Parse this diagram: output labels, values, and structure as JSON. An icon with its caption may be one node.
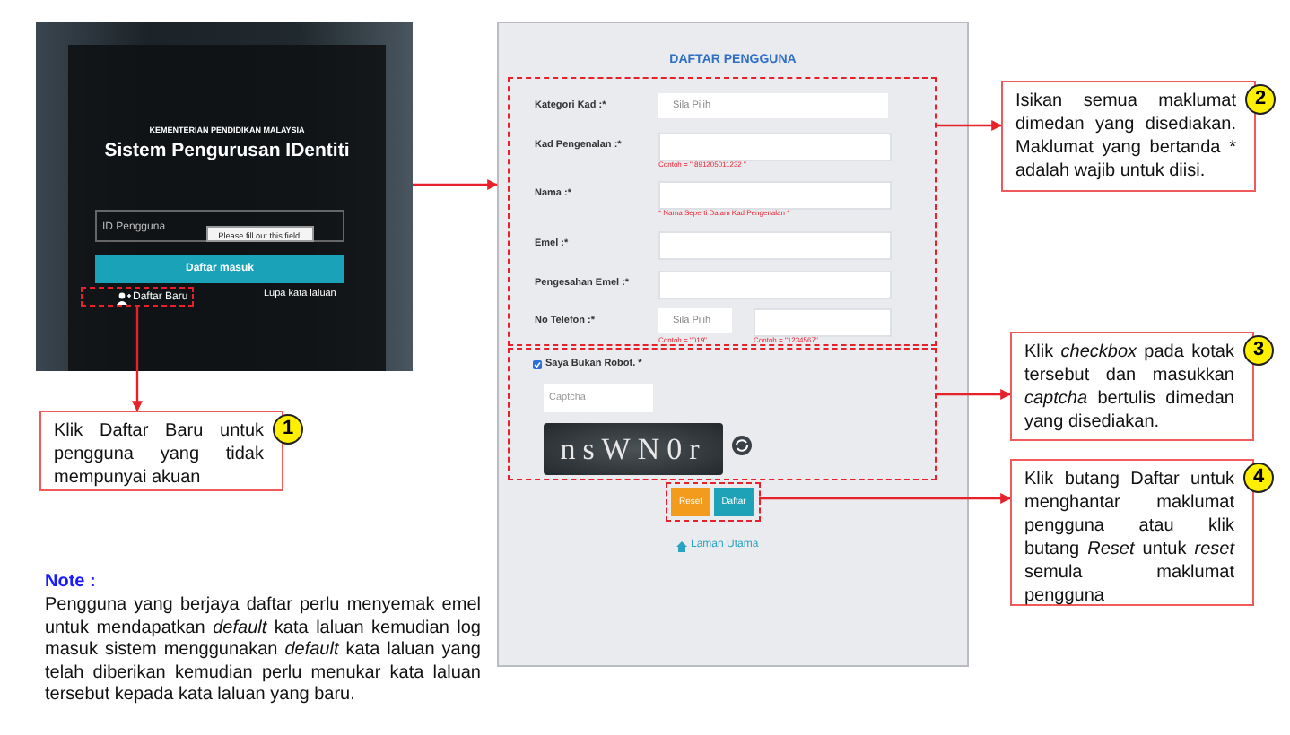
{
  "diagram": {
    "nodes": [
      {
        "text": [],
        "shape": "picture"
      },
      {
        "text": [
          "DAFTAR PENGGUNA"
        ]
      },
      {
        "text": [
          "Daftar Baru"
        ],
        "in": 0
      },
      {
        "text": [],
        "shape": "box",
        "in": 1
      },
      {
        "text": [],
        "shape": "box",
        "in": 1
      },
      {
        "text": [
          "Reset",
          "Daftar"
        ],
        "in": 1
      },
      {
        "text": [
          "Klik Daftar Baru untuk pengguna yang tidak mempunyai akuan"
        ],
        "beside": [
          "1"
        ]
      },
      {
        "text": [
          "Isikan semua maklumat dimedan yang disediakan. Maklumat yang bertanda * adalah wajib untuk diisi."
        ],
        "beside": [
          "2"
        ]
      },
      {
        "text": [
          "Klik *checkbox* pada kotak tersebut dan masukkan *captcha* bertulis dimedan yang disediakan."
        ],
        "beside": [
          "3"
        ]
      },
      {
        "text": [
          "Klik butang Daftar untuk menghantar maklumat pengguna atau klik butang *Reset* untuk *reset* semula maklumat pengguna"
        ],
        "beside": [
          "4"
        ]
      }
    ],
    "edges": [
      {
        "from": 0,
        "to": 1,
        "arrow": "to"
      },
      {
        "from": 2,
        "to": 6,
        "arrow": "to"
      },
      {
        "from": 3,
        "to": 7,
        "arrow": "to"
      },
      {
        "from": 4,
        "to": 8,
        "arrow": "to"
      },
      {
        "from": 5,
        "to": 9,
        "arrow": "to"
      }
    ],
    "labels": [
      "KEMENTERIAN PENDIDIKAN MALAYSIA",
      "Sistem Pengurusan IDentiti",
      "ID Pengguna",
      "Please fill out this field.",
      "Daftar masuk",
      "Lupa kata laluan",
      "Kategori Kad :*",
      "Sila Pilih",
      "Kad Pengenalan :*",
      "Contoh = \" 891205011232 \"",
      "Nama :*",
      "* Nama Seperti Dalam Kad Pengenalan *",
      "Emel :*",
      "Pengesahan Emel :*",
      "No Telefon :*",
      "Sila Pilih",
      "Contoh = \"019\"",
      "Contoh = \"1234567\"",
      "Saya Bukan Robot. *",
      "Captcha",
      "nsWN0r",
      "Laman Utama",
      "Note :",
      "Pengguna yang berjaya daftar perlu menyemak emel untuk mendapatkan *default* kata laluan kemudian log masuk sistem menggunakan *default* kata laluan yang telah diberikan kemudian perlu menukar kata laluan tersebut kepada kata laluan yang baru."
    ]
  }
}
